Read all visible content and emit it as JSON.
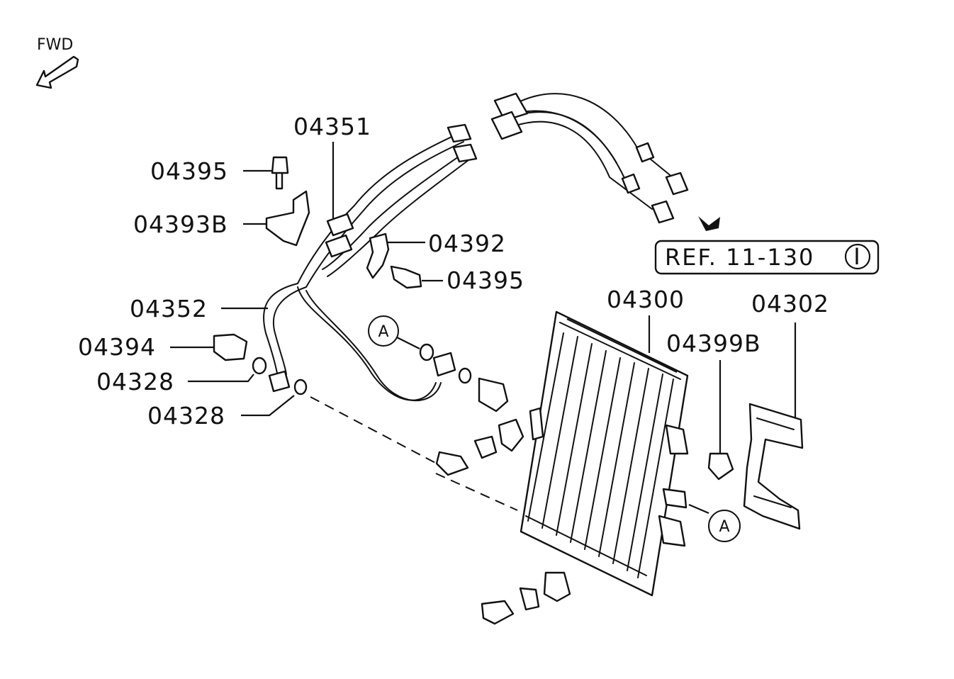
{
  "direction_label": "FWD",
  "reference": {
    "text": "REF. 11-130",
    "mark": "I"
  },
  "circle_marker": "A",
  "part_numbers": {
    "p04351": "04351",
    "p04395_top": "04395",
    "p04393B": "04393B",
    "p04392": "04392",
    "p04395_mid": "04395",
    "p04352": "04352",
    "p04394": "04394",
    "p04328_upper": "04328",
    "p04328_lower": "04328",
    "p04300": "04300",
    "p04302": "04302",
    "p04399B": "04399B"
  }
}
